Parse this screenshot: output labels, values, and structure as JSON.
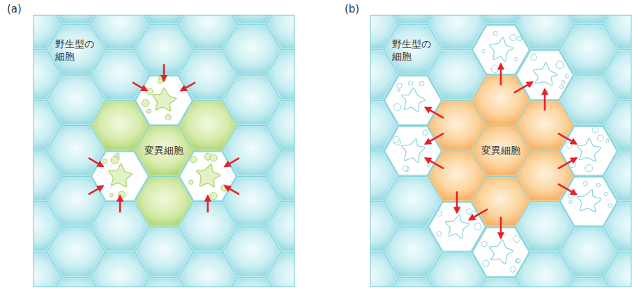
{
  "diagram": {
    "labels": [
      "(a)",
      "野生型の 細胞",
      "変異細胞",
      "(b)",
      "野生型の 細胞",
      "変異細胞"
    ]
  }
}
